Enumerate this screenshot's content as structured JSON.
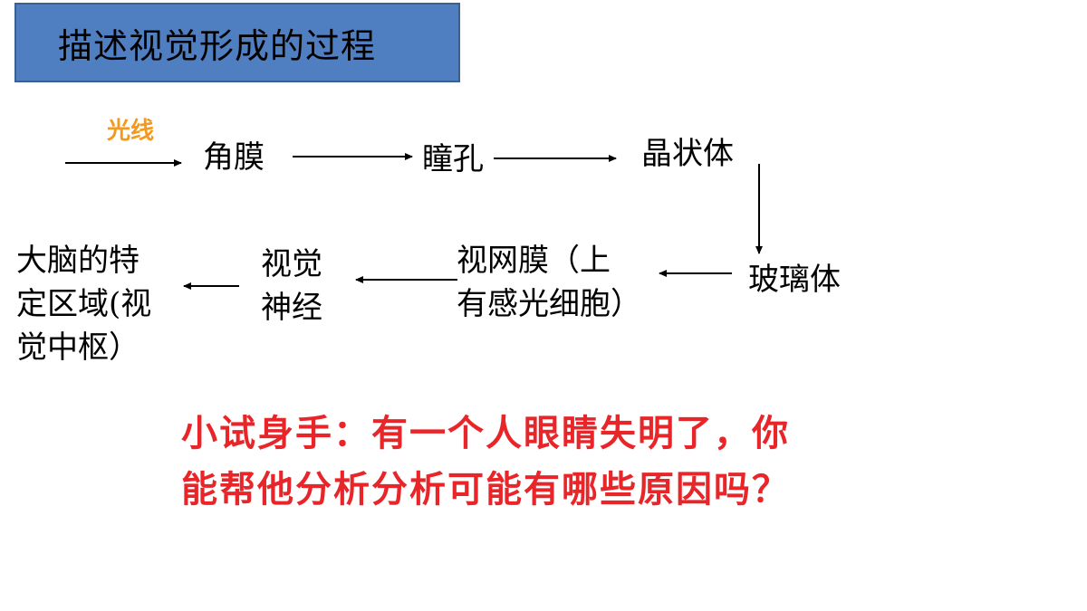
{
  "title": "描述视觉形成的过程",
  "light_label": "光线",
  "nodes": {
    "cornea": "角膜",
    "pupil": "瞳孔",
    "lens": "晶状体",
    "vitreous": "玻璃体",
    "retina_line1": "视网膜（上",
    "retina_line2": "有感光细胞）",
    "optic_nerve_line1": "视觉",
    "optic_nerve_line2": "神经",
    "brain_line1": "大脑的特",
    "brain_line2": "定区域(视",
    "brain_line3": "觉中枢）"
  },
  "quiz": {
    "line1": "小试身手：有一个人眼睛失明了，你",
    "line2": "能帮他分析分析可能有哪些原因吗？"
  }
}
